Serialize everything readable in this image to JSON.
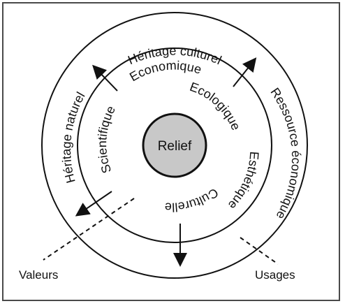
{
  "center": {
    "label": "Relief"
  },
  "outer_ring": {
    "top": "Héritage culturel",
    "left": "Héritage naturel",
    "right": "Ressource économique"
  },
  "inner_ring": {
    "top": "Economique",
    "left": "Scientifique",
    "bottom": "Culturelle",
    "upper_right": "Ecologique",
    "lower_right": "Esthétique"
  },
  "leaders": {
    "left": "Valeurs",
    "right": "Usages"
  }
}
